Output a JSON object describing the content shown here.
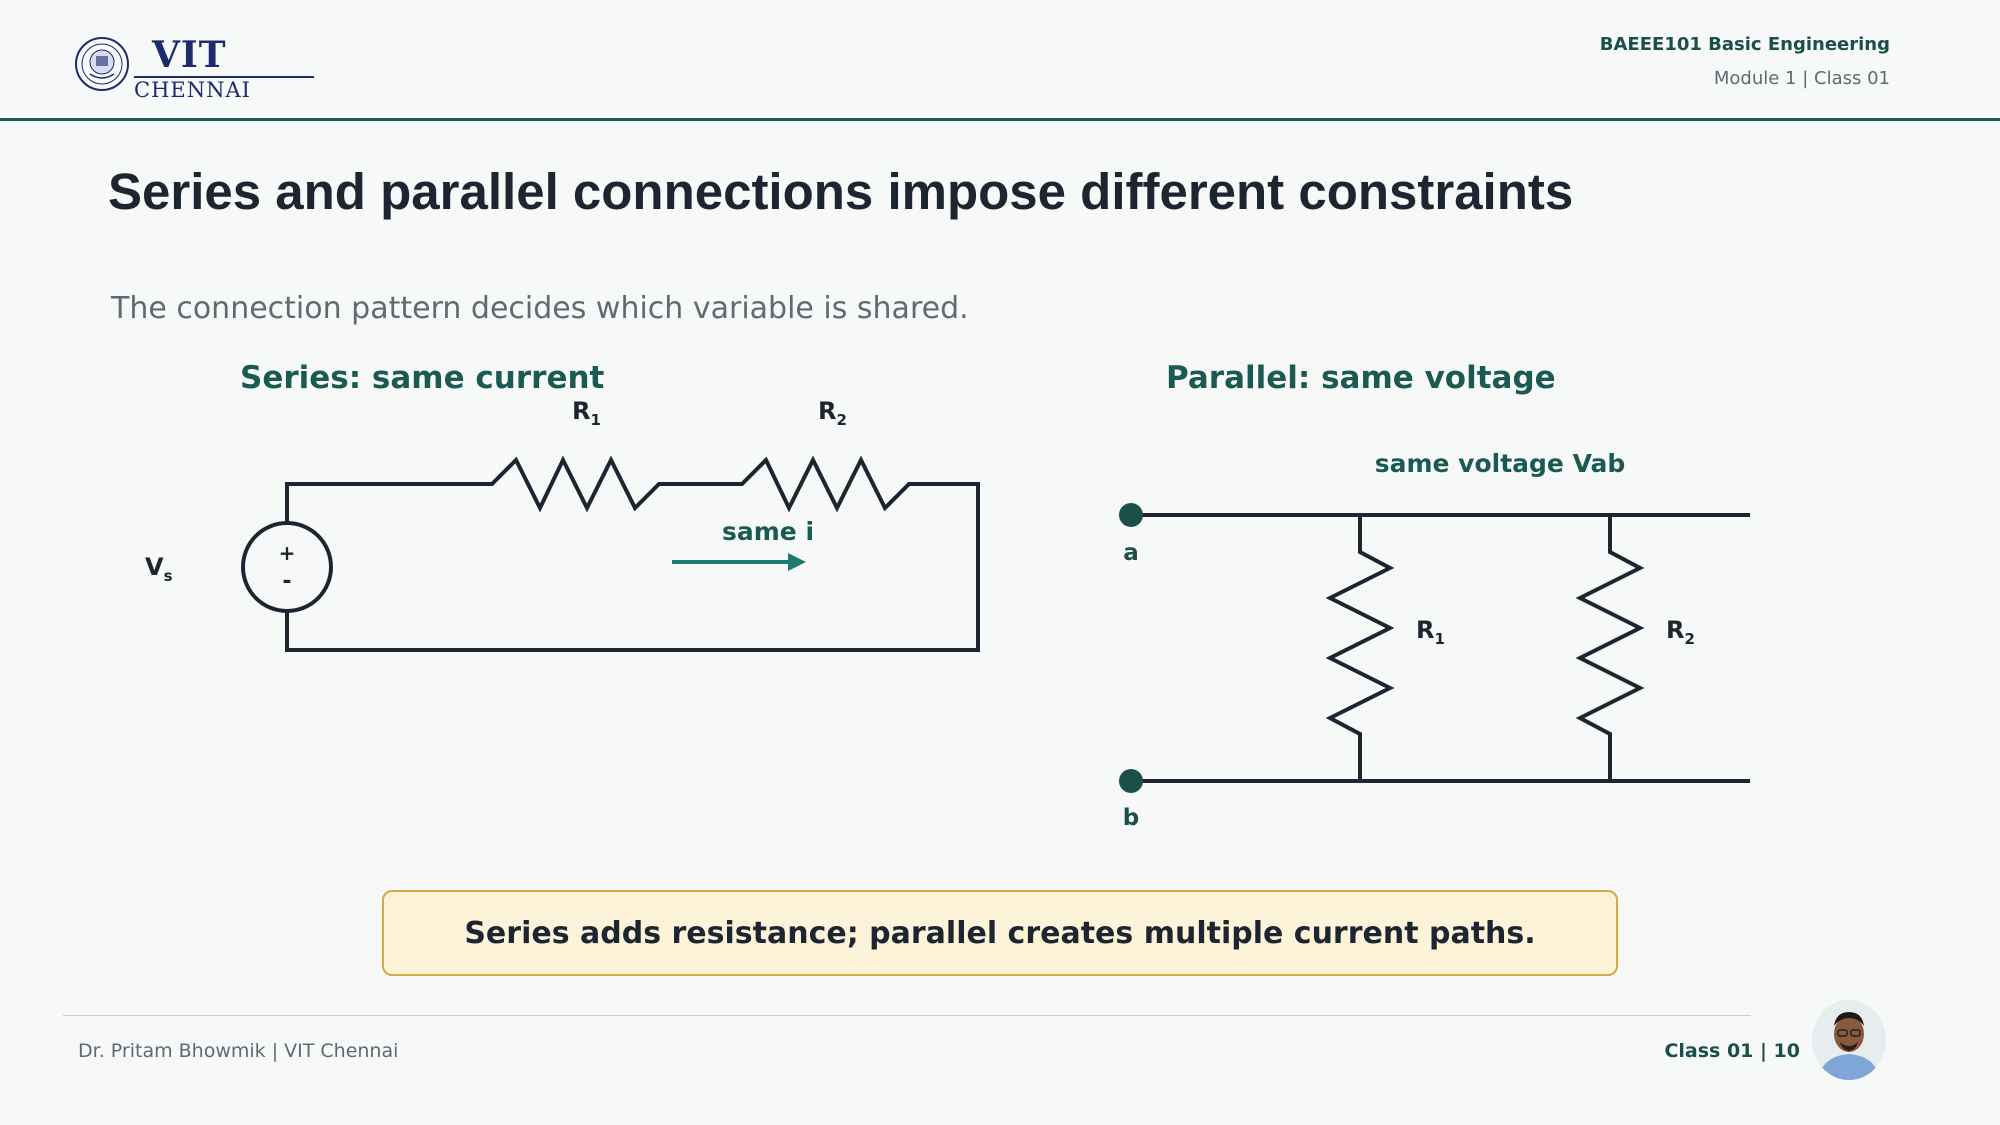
{
  "header": {
    "logo": {
      "name": "VIT",
      "place": "CHENNAI"
    },
    "course": "BAEEE101 Basic Engineering",
    "module": "Module 1 | Class 01"
  },
  "slide": {
    "title": "Series and parallel connections impose different constraints",
    "subtitle": "The connection pattern decides which variable is shared."
  },
  "series": {
    "heading": "Series: same current",
    "r1": "R",
    "r1_sub": "1",
    "r2": "R",
    "r2_sub": "2",
    "source": "V",
    "source_sub": "s",
    "plus": "+",
    "minus": "-",
    "current_label": "same i"
  },
  "parallel": {
    "heading": "Parallel: same voltage",
    "voltage_label": "same voltage Vab",
    "node_a": "a",
    "node_b": "b",
    "r1": "R",
    "r1_sub": "1",
    "r2": "R",
    "r2_sub": "2"
  },
  "callout": {
    "text": "Series adds resistance; parallel creates multiple current paths."
  },
  "footer": {
    "author": "Dr. Pritam Bhowmik | VIT Chennai",
    "page": "Class 01 | 10"
  },
  "colors": {
    "accent": "#1f5e57",
    "heading": "#1a5a52",
    "wire": "#1c2530",
    "arrow": "#1f7a70",
    "callout_bg": "#fdf3d9",
    "callout_border": "#d5aa45"
  },
  "icons": {
    "logo": "vit-seal-icon",
    "avatar": "presenter-avatar"
  }
}
